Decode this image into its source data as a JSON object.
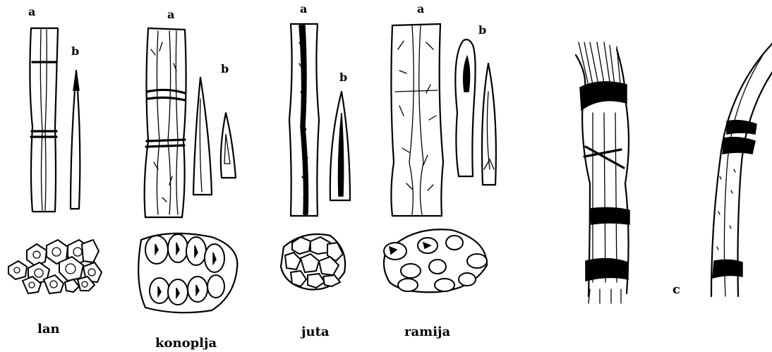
{
  "labels": {
    "lan": {
      "a": "a",
      "b": "b",
      "name": "lan"
    },
    "konoplja": {
      "a": "a",
      "b": "b",
      "name": "konoplja"
    },
    "juta": {
      "a": "a",
      "b": "b",
      "name": "juta"
    },
    "ramija": {
      "a": "a",
      "b": "b",
      "name": "ramija"
    },
    "c": "c"
  }
}
